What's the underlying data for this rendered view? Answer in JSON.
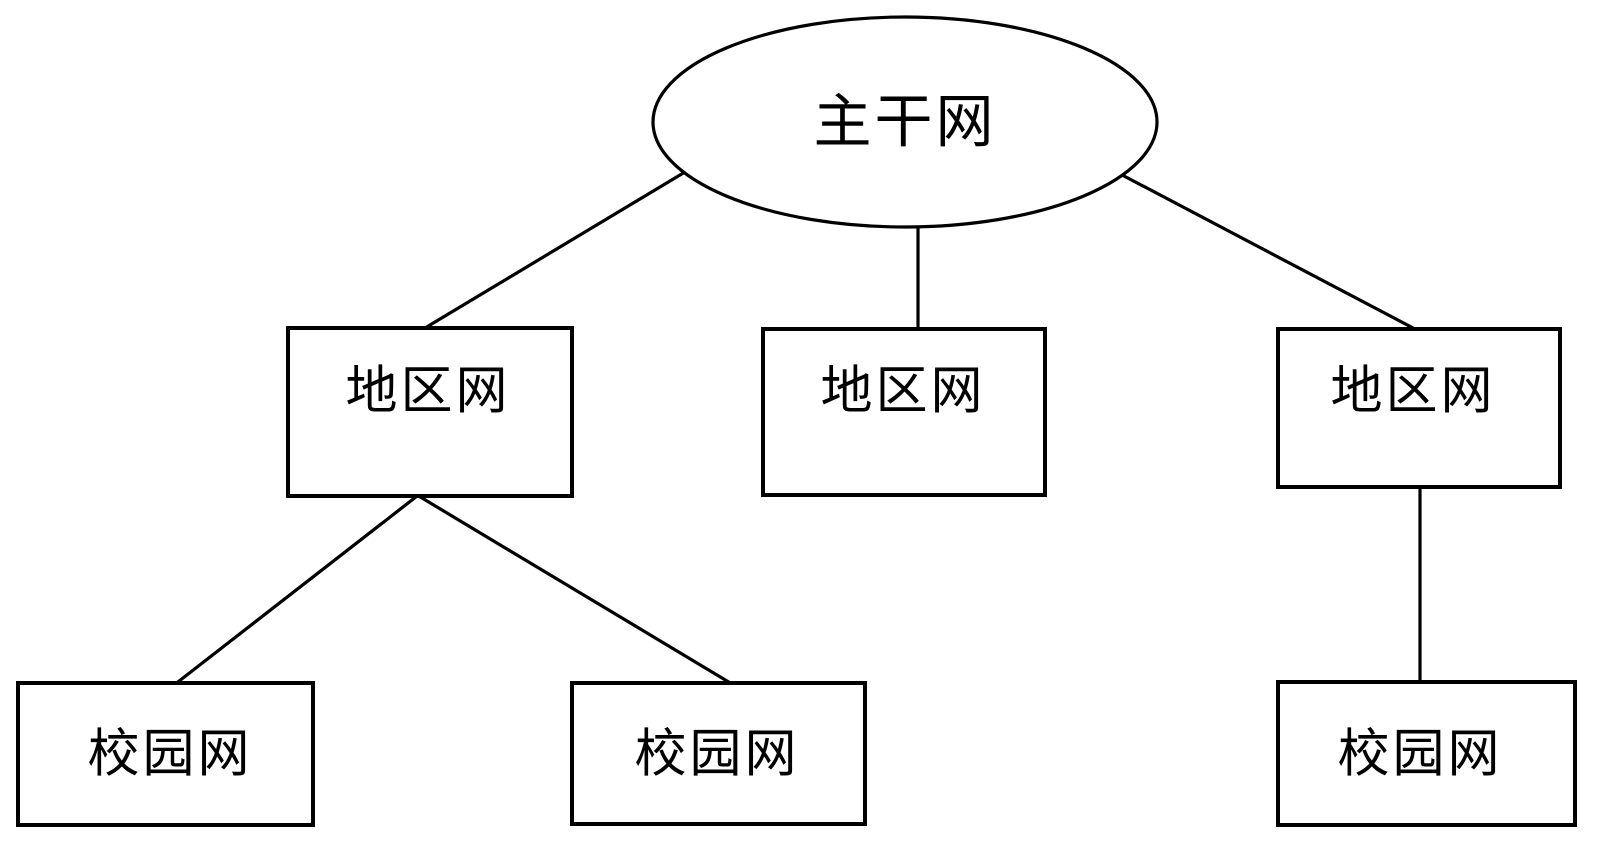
{
  "diagram": {
    "type": "network-hierarchy-tree",
    "background_color": "#ffffff",
    "stroke_color": "#000000",
    "nodes": {
      "backbone": {
        "label": "主干网",
        "shape": "ellipse",
        "level": 1
      },
      "region_left": {
        "label": "地区网",
        "shape": "rect",
        "level": 2
      },
      "region_mid": {
        "label": "地区网",
        "shape": "rect",
        "level": 2
      },
      "region_right": {
        "label": "地区网",
        "shape": "rect",
        "level": 2
      },
      "campus_left": {
        "label": "校园网",
        "shape": "rect",
        "level": 3
      },
      "campus_mid": {
        "label": "校园网",
        "shape": "rect",
        "level": 3
      },
      "campus_right": {
        "label": "校园网",
        "shape": "rect",
        "level": 3
      }
    },
    "edges": [
      {
        "from": "backbone",
        "to": "region_left"
      },
      {
        "from": "backbone",
        "to": "region_mid"
      },
      {
        "from": "backbone",
        "to": "region_right"
      },
      {
        "from": "region_left",
        "to": "campus_left"
      },
      {
        "from": "region_left",
        "to": "campus_mid"
      },
      {
        "from": "region_right",
        "to": "campus_right"
      }
    ]
  }
}
